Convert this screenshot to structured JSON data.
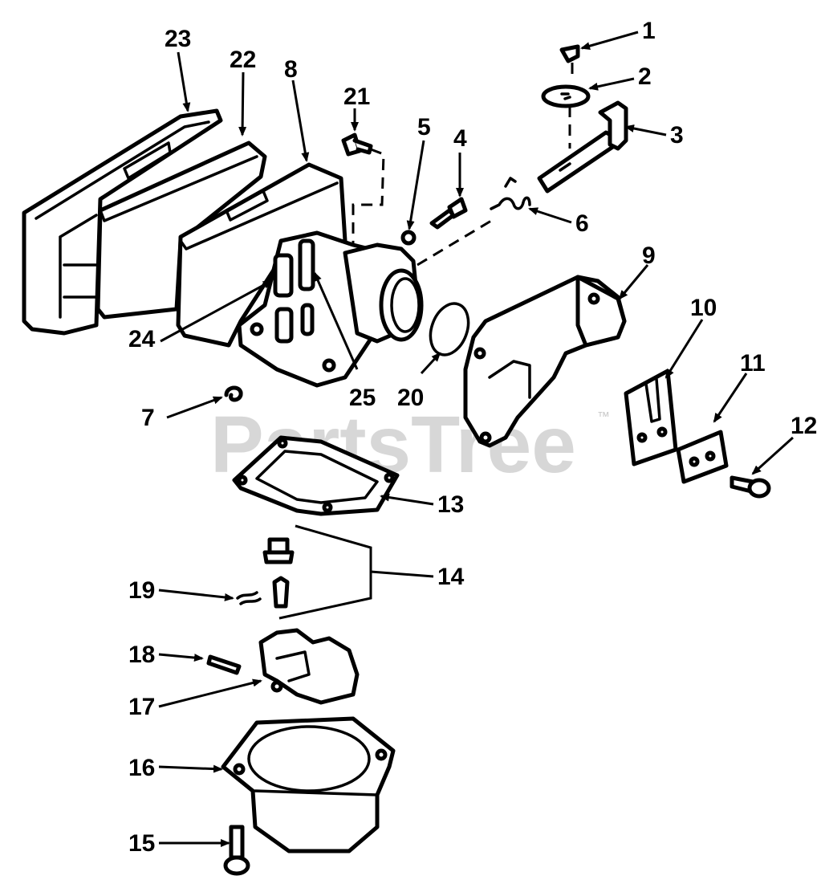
{
  "watermark": {
    "text": "PartsTree",
    "trademark": "™",
    "color": "#d0d0d0"
  },
  "callouts": [
    {
      "label": "1"
    },
    {
      "label": "2"
    },
    {
      "label": "3"
    },
    {
      "label": "4"
    },
    {
      "label": "5"
    },
    {
      "label": "6"
    },
    {
      "label": "7"
    },
    {
      "label": "8"
    },
    {
      "label": "9"
    },
    {
      "label": "10"
    },
    {
      "label": "11"
    },
    {
      "label": "12"
    },
    {
      "label": "13"
    },
    {
      "label": "14"
    },
    {
      "label": "15"
    },
    {
      "label": "16"
    },
    {
      "label": "17"
    },
    {
      "label": "18"
    },
    {
      "label": "19"
    },
    {
      "label": "20"
    },
    {
      "label": "21"
    },
    {
      "label": "22"
    },
    {
      "label": "23"
    },
    {
      "label": "24"
    },
    {
      "label": "25"
    }
  ]
}
